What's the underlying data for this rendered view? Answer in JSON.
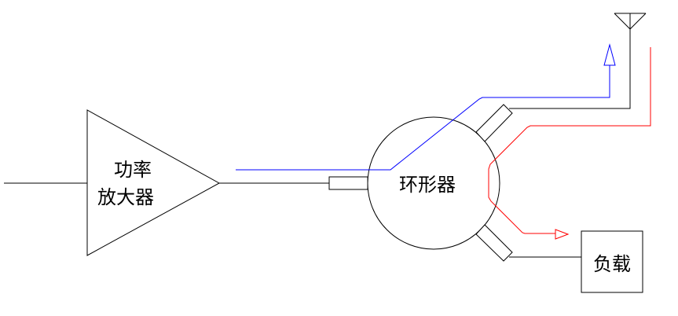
{
  "diagram": {
    "title": "",
    "colors": {
      "wire": "#000000",
      "transmit_path": "#0000ff",
      "reflect_path": "#ff0000",
      "background": "#ffffff"
    },
    "nodes": {
      "amplifier": {
        "line1": "功率",
        "line2": "放大器",
        "shape": "triangle"
      },
      "circulator": {
        "label": "环形器",
        "shape": "circle"
      },
      "load": {
        "label": "负载",
        "shape": "rectangle"
      },
      "antenna": {
        "label": "",
        "shape": "antenna-icon"
      }
    },
    "edges": [
      {
        "from": "input",
        "to": "amplifier"
      },
      {
        "from": "amplifier",
        "to": "circulator"
      },
      {
        "from": "circulator",
        "to": "antenna"
      },
      {
        "from": "circulator",
        "to": "load"
      }
    ],
    "signal_paths": [
      {
        "name": "forward",
        "color": "#0000ff",
        "from": "amplifier",
        "to": "antenna"
      },
      {
        "name": "reflected",
        "color": "#ff0000",
        "from": "antenna",
        "to": "load"
      }
    ]
  }
}
